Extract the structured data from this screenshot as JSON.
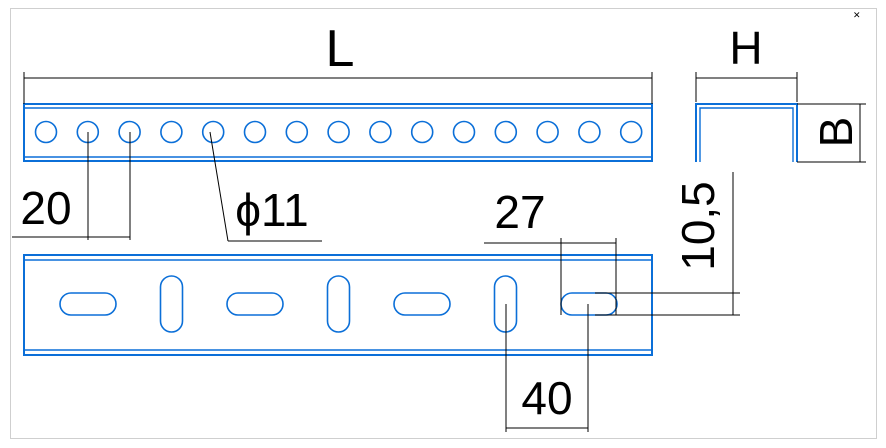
{
  "drawing": {
    "labels": {
      "length": "L",
      "height": "H",
      "width": "B",
      "pitch_round": "20",
      "hole_diameter": "ϕ11",
      "slot_length": "27",
      "slot_width": "10,5",
      "pitch_slot": "40"
    },
    "colors": {
      "part_outline": "#0b6fd8",
      "dimension_lines": "#000000"
    },
    "round_hole_count": 15,
    "slot_count": 7
  }
}
